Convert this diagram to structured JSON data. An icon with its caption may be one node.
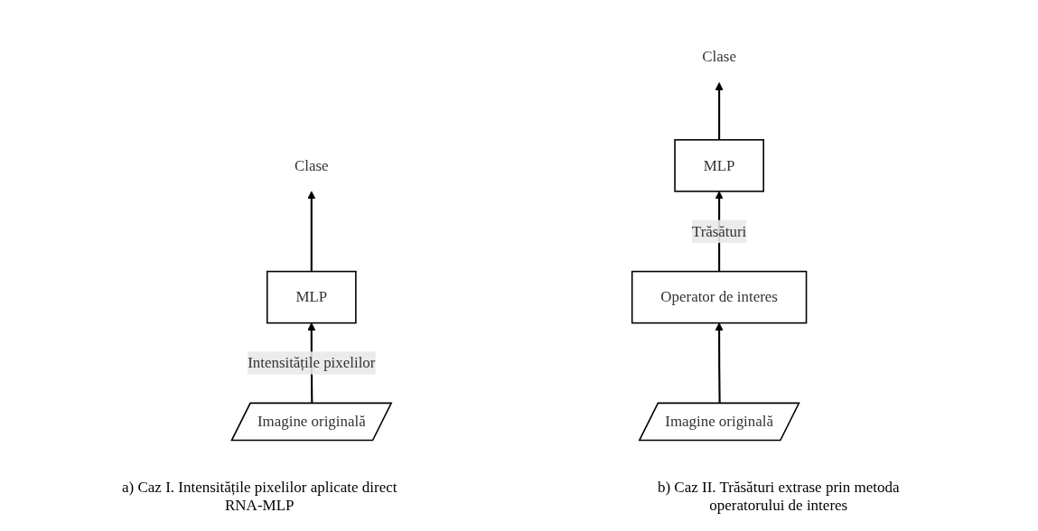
{
  "diagram": {
    "nodes": [
      {
        "text": [
          "Imagine originală"
        ]
      },
      {
        "text": [
          "MLP"
        ]
      },
      {
        "text": [
          "Clase"
        ]
      },
      {
        "text": [
          "Imagine originală"
        ]
      },
      {
        "text": [
          "Operator de interes"
        ]
      },
      {
        "text": [
          "MLP"
        ]
      },
      {
        "text": [
          "Clase"
        ]
      }
    ],
    "edges": [
      {
        "from": 0,
        "to": 1,
        "arrow": "to",
        "label": "Intensitățile pixelilor"
      },
      {
        "from": 1,
        "to": 2,
        "arrow": "to"
      },
      {
        "from": 3,
        "to": 4,
        "arrow": "to"
      },
      {
        "from": 4,
        "to": 5,
        "arrow": "to",
        "label": "Trăsături"
      },
      {
        "from": 5,
        "to": 6,
        "arrow": "to"
      }
    ],
    "labels": [
      "a) Caz I. Intensitățile pixelilor aplicate direct RNA-MLP",
      "b) Caz II. Trăsături extrase prin metoda operatorului de interes"
    ]
  }
}
